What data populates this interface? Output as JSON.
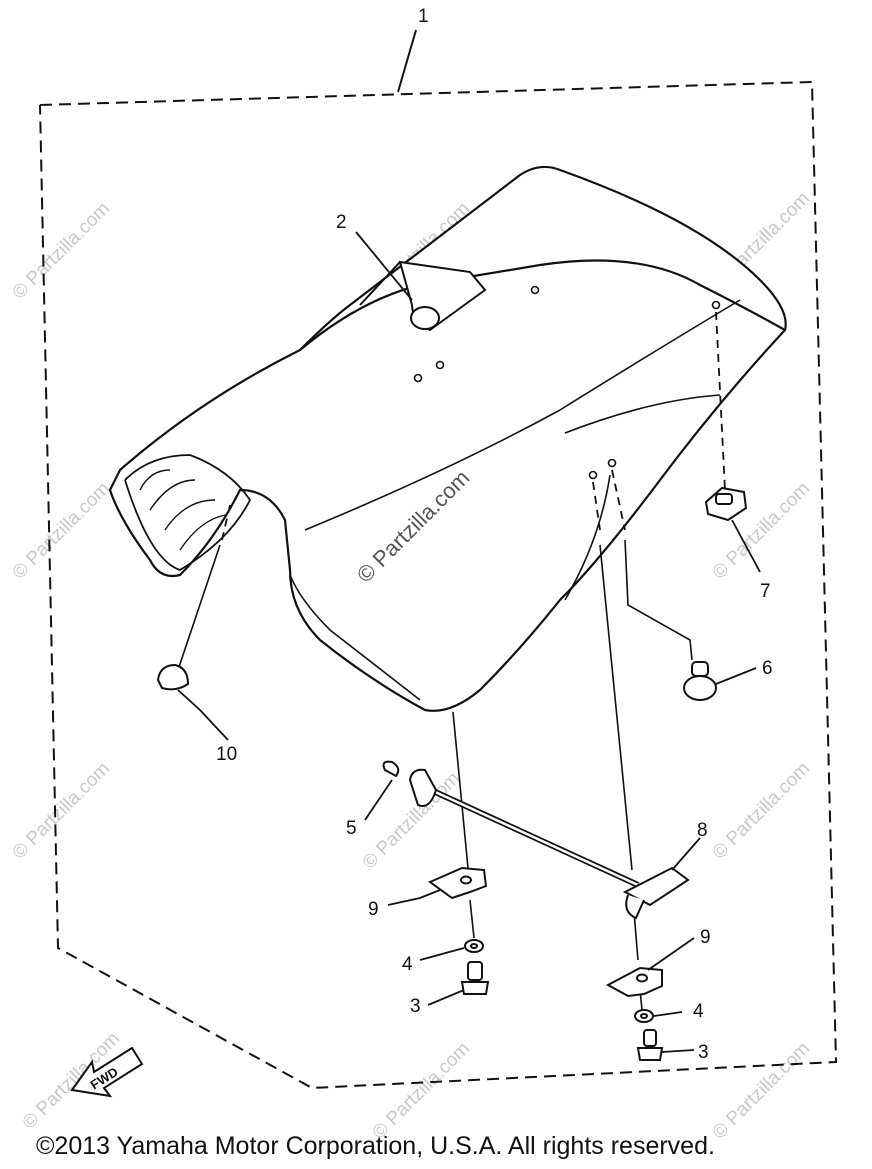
{
  "callouts": {
    "c1": "1",
    "c2": "2",
    "c3a": "3",
    "c3b": "3",
    "c4a": "4",
    "c4b": "4",
    "c5": "5",
    "c6": "6",
    "c7": "7",
    "c8": "8",
    "c9a": "9",
    "c9b": "9",
    "c10": "10"
  },
  "fwd_label": "FWD",
  "watermark": "© Partzilla.com",
  "copyright": "©2013 Yamaha Motor Corporation, U.S.A. All rights reserved."
}
